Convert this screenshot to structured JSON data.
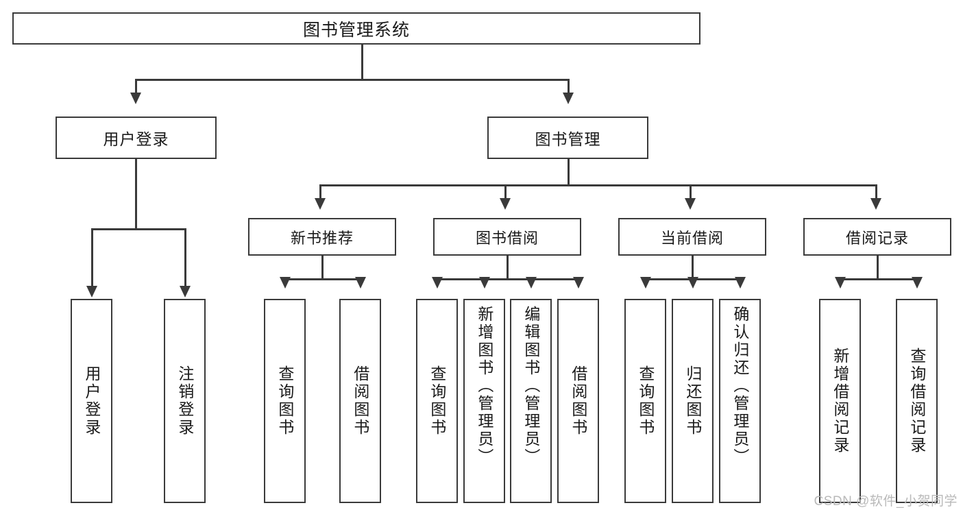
{
  "diagram": {
    "title": "图书管理系统",
    "type": "tree-hierarchy",
    "watermark": "CSDN @软件_小贺同学",
    "theme": {
      "background": "#ffffff",
      "stroke": "#3a3a3a",
      "text": "#1a1a1a",
      "watermark_color": "#b9b9b9"
    }
  },
  "nodes": {
    "root": {
      "label": "图书管理系统"
    },
    "level2": [
      {
        "id": "user-login",
        "label": "用户登录"
      },
      {
        "id": "book-manage",
        "label": "图书管理"
      }
    ],
    "level3": [
      {
        "id": "new-book-recommend",
        "label": "新书推荐"
      },
      {
        "id": "book-borrow",
        "label": "图书借阅"
      },
      {
        "id": "current-borrow",
        "label": "当前借阅"
      },
      {
        "id": "borrow-record",
        "label": "借阅记录"
      }
    ],
    "leaves": {
      "user-login": [
        {
          "id": "leaf-user-login",
          "label": "用户登录"
        },
        {
          "id": "leaf-logout",
          "label": "注销登录"
        }
      ],
      "new-book-recommend": [
        {
          "id": "leaf-query-book-1",
          "label": "查询图书"
        },
        {
          "id": "leaf-borrow-book-1",
          "label": "借阅图书"
        }
      ],
      "book-borrow": [
        {
          "id": "leaf-query-book-2",
          "label": "查询图书"
        },
        {
          "id": "leaf-add-book",
          "label": "新增图书（管理员）"
        },
        {
          "id": "leaf-edit-book",
          "label": "编辑图书（管理员）"
        },
        {
          "id": "leaf-borrow-book-2",
          "label": "借阅图书"
        }
      ],
      "current-borrow": [
        {
          "id": "leaf-query-book-3",
          "label": "查询图书"
        },
        {
          "id": "leaf-return-book",
          "label": "归还图书"
        },
        {
          "id": "leaf-confirm-return",
          "label": "确认归还（管理员）"
        }
      ],
      "borrow-record": [
        {
          "id": "leaf-add-record",
          "label": "新增借阅记录"
        },
        {
          "id": "leaf-query-record",
          "label": "查询借阅记录"
        }
      ]
    }
  }
}
